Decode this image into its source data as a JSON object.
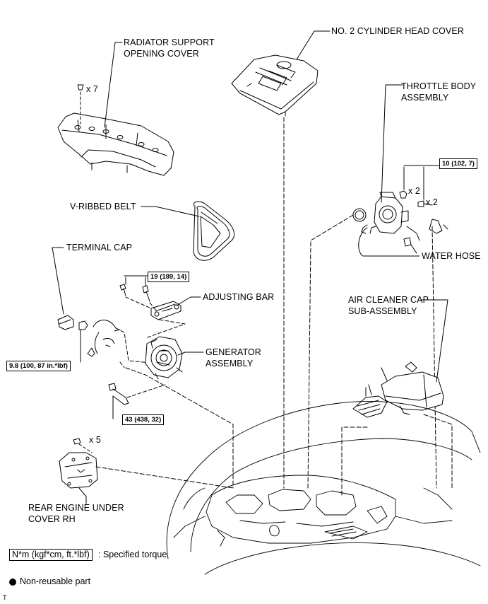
{
  "labels": {
    "radiator_cover": "RADIATOR SUPPORT\nOPENING COVER",
    "cyl_head_cover": "NO. 2 CYLINDER HEAD COVER",
    "throttle_body": "THROTTLE BODY\nASSEMBLY",
    "v_belt": "V-RIBBED BELT",
    "terminal_cap": "TERMINAL CAP",
    "adjusting_bar": "ADJUSTING BAR",
    "water_hose": "WATER HOSE",
    "air_cleaner": "AIR CLEANER CAP\nSUB-ASSEMBLY",
    "generator": "GENERATOR\nASSEMBLY",
    "rear_cover": "REAR ENGINE UNDER\nCOVER RH"
  },
  "quantities": {
    "clips_cover": "x 7",
    "nuts_throttle": "x 2",
    "bolts_throttle": "x 2",
    "clips_rear": "x 5"
  },
  "torques": {
    "throttle": "10 (102, 7)",
    "adjusting": "19 (189, 14)",
    "terminal": "9.8 (100, 87 in.*lbf)",
    "generator_bolt": "43 (438, 32)"
  },
  "legend": {
    "torque_unit": "N*m (kgf*cm, ft.*lbf)",
    "torque_desc": ": Specified torque",
    "nonreusable": "Non-reusable part"
  },
  "corner_mark": "T"
}
